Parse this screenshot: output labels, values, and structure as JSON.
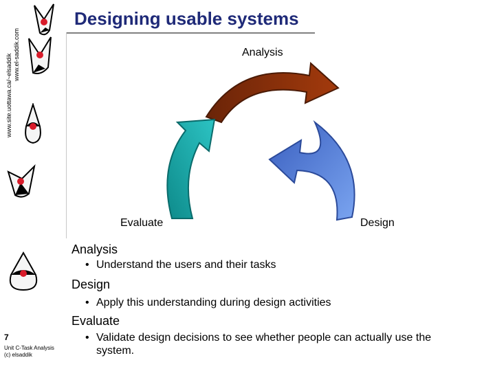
{
  "header": {
    "title": "Designing usable systems"
  },
  "sidebar": {
    "url_1": "www.site.uottawa.ca/~elsaddik",
    "url_2": "www.el-saddik.com"
  },
  "cycle": {
    "analysis": "Analysis",
    "design": "Design",
    "evaluate": "Evaluate",
    "colors": {
      "analysis": "#8a2e0a",
      "design": "#4f7fd6",
      "evaluate": "#19a5a5"
    }
  },
  "content": {
    "sections": [
      {
        "heading": "Analysis",
        "text": "Understand the users and their tasks"
      },
      {
        "heading": "Design",
        "text": "Apply this understanding during design activities"
      },
      {
        "heading": "Evaluate",
        "text": "Validate design decisions to see whether people can actually use the system."
      }
    ]
  },
  "footer": {
    "page_number": "7",
    "line_1": "Unit C-Task Analysis",
    "line_2": "(c) elsaddik"
  }
}
